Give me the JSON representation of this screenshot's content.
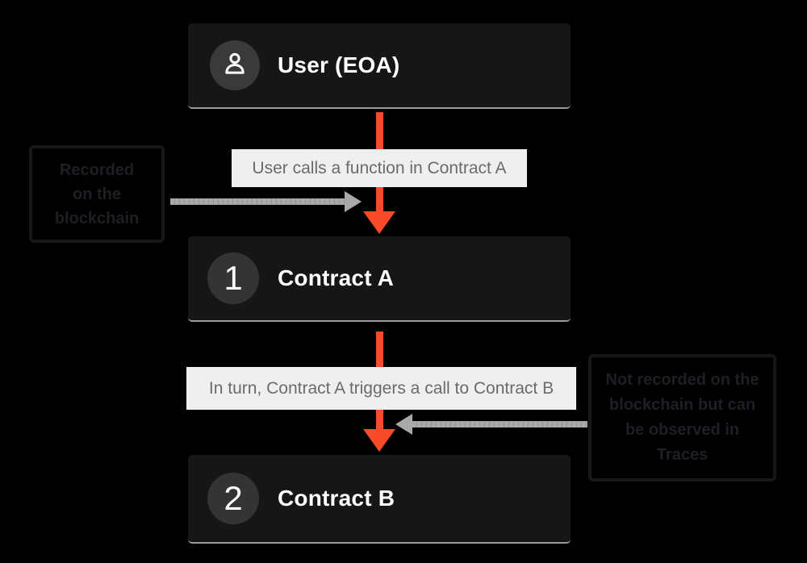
{
  "colors": {
    "background": "#000000",
    "node_bg": "#161616",
    "node_bottom_edge": "#9b9b9b",
    "accent_orange": "#f74b2a",
    "arrow_gray": "#a9a9a9",
    "pill_bg": "#efefef",
    "pill_text": "#6b6b6b",
    "note_border": "#17171a",
    "note_text": "#1e1e24"
  },
  "nodes": {
    "user": {
      "label": "User (EOA)",
      "icon": "user-icon"
    },
    "contract_a": {
      "badge": "1",
      "label": "Contract A"
    },
    "contract_b": {
      "badge": "2",
      "label": "Contract B"
    }
  },
  "edges": {
    "call1": {
      "label": "User calls a function in Contract A"
    },
    "call2": {
      "label": "In turn, Contract A triggers a call to Contract B"
    }
  },
  "notes": {
    "left": {
      "lines": [
        "Recorded",
        "on the",
        "blockchain"
      ]
    },
    "right": {
      "lines": [
        "Not recorded on the",
        "blockchain but can",
        "be observed in",
        "Traces"
      ]
    }
  }
}
